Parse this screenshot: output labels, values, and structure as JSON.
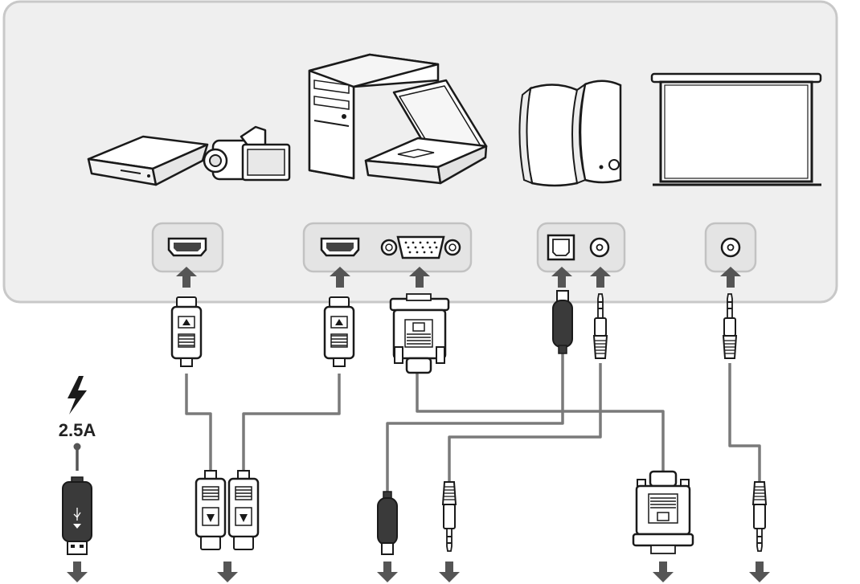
{
  "power": {
    "current_label": "2.5A",
    "icon": "lightning-bolt-icon"
  },
  "devices": [
    {
      "name": "dvd-player-icon"
    },
    {
      "name": "camcorder-icon"
    },
    {
      "name": "desktop-computer-icon"
    },
    {
      "name": "laptop-icon"
    },
    {
      "name": "speakers-icon"
    },
    {
      "name": "projection-screen-icon"
    }
  ],
  "ports": [
    {
      "name": "hdmi-port"
    },
    {
      "name": "hdmi-port"
    },
    {
      "name": "vga-port"
    },
    {
      "name": "optical-audio-port"
    },
    {
      "name": "audio-jack-port"
    },
    {
      "name": "screen-trigger-jack-port"
    }
  ],
  "colors": {
    "panel": "#efefef",
    "panel_border": "#c8c8c8",
    "cable": "#7a7a7a",
    "arrow": "#555555",
    "stroke": "#1a1a1a"
  }
}
